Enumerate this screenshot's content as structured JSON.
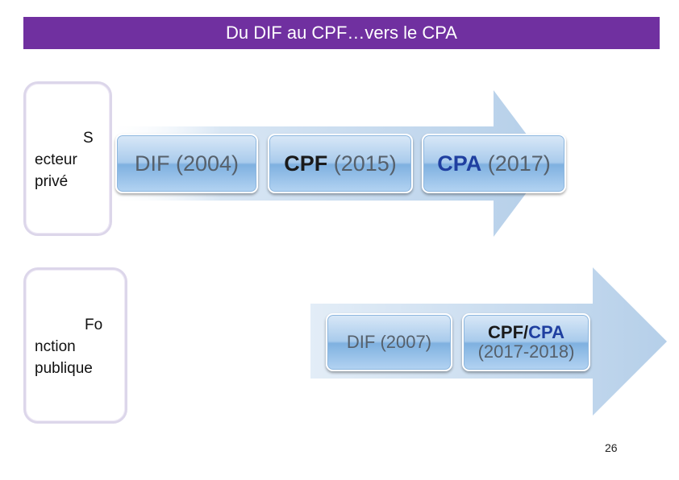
{
  "title": "Du DIF au CPF…vers le CPA",
  "rows": [
    {
      "label_lines": [
        "S",
        "ecteur",
        "privé"
      ],
      "boxes": [
        {
          "strong": "DIF",
          "year": "(2004)"
        },
        {
          "strong": "CPF",
          "year": "(2015)"
        },
        {
          "strong": "CPA",
          "year": "(2017)"
        }
      ]
    },
    {
      "label_lines": [
        "Fo",
        "nction",
        "publique"
      ],
      "boxes": [
        {
          "strong": "DIF",
          "year": "(2007)"
        },
        {
          "strong_a": "CPF/",
          "strong_b": "CPA",
          "year": "(2017-2018)"
        }
      ]
    }
  ],
  "page_number": "26",
  "colors": {
    "title_bar": "#7030a0",
    "box_fill": "#a9cbec",
    "arrow_fill": "#c9dcef",
    "accent_blue": "#1f3fa0"
  }
}
